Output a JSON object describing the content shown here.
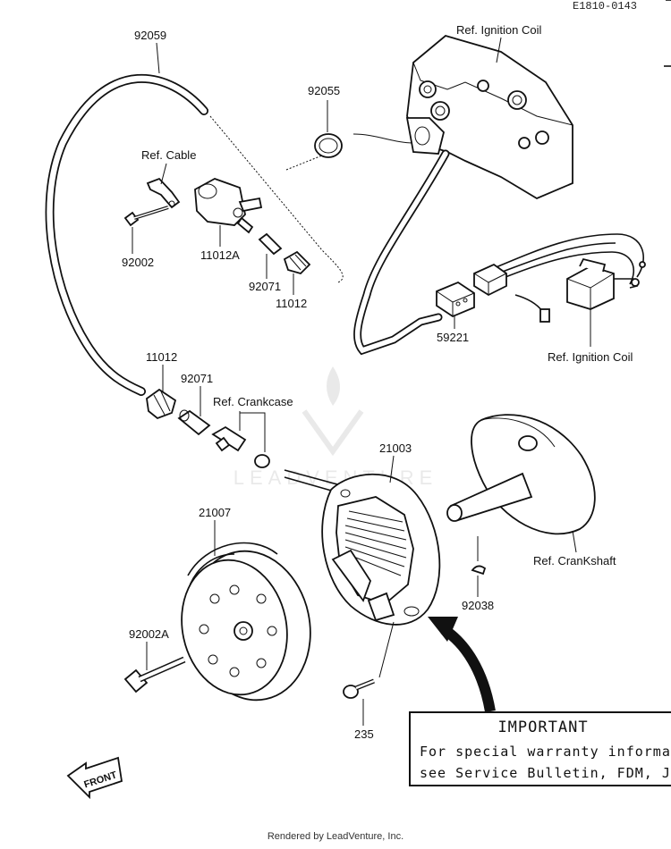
{
  "diagram_code": "E1810-0143",
  "parts": {
    "p92059": "92059",
    "p92055": "92055",
    "ref_ignition_coil_top": "Ref. Ignition Coil",
    "ref_cable": "Ref. Cable",
    "p92002": "92002",
    "p11012A": "11012A",
    "p92071_top": "92071",
    "p11012_top": "11012",
    "p59221": "59221",
    "ref_ignition_coil_bottom": "Ref. Ignition Coil",
    "p11012_mid": "11012",
    "p92071_mid": "92071",
    "ref_crankcase": "Ref. Crankcase",
    "p21003": "21003",
    "p21007": "21007",
    "ref_crankshaft": "Ref. CranKshaft",
    "p92038": "92038",
    "p92002A": "92002A",
    "p235": "235"
  },
  "watermark": "LEADVENTURE",
  "front_label": "FRONT",
  "notice": {
    "title": "IMPORTANT",
    "line1": "For special warranty informat",
    "line2": "see Service Bulletin, FDM, JS"
  },
  "footer": "Rendered by LeadVenture, Inc."
}
